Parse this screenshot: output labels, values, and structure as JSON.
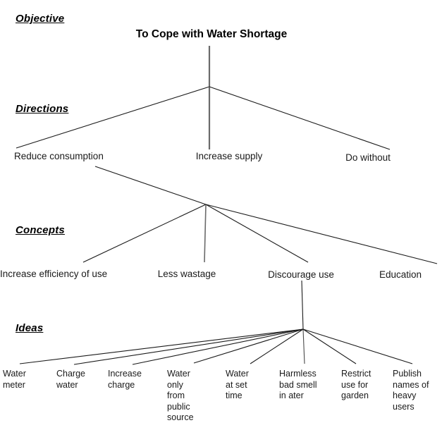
{
  "diagram": {
    "title": "To Cope with Water Shortage",
    "type": "objectives-tree",
    "levels": [
      {
        "key": "objective",
        "label": "Objective"
      },
      {
        "key": "directions",
        "label": "Directions"
      },
      {
        "key": "concepts",
        "label": "Concepts"
      },
      {
        "key": "ideas",
        "label": "Ideas"
      }
    ],
    "objective": {
      "text": "To Cope with Water Shortage"
    },
    "directions": [
      {
        "text": "Reduce consumption"
      },
      {
        "text": "Increase supply"
      },
      {
        "text": "Do without"
      }
    ],
    "concepts": [
      {
        "text": "Increase efficiency of use"
      },
      {
        "text": "Less wastage"
      },
      {
        "text": "Discourage use"
      },
      {
        "text": "Education"
      }
    ],
    "ideas": [
      {
        "text": "Water meter"
      },
      {
        "text": "Charge water"
      },
      {
        "text": "Increase charge"
      },
      {
        "text": "Water only from public source"
      },
      {
        "text": "Water at set time"
      },
      {
        "text": "Harmless bad smell in ater"
      },
      {
        "text": "Restrict use  for garden"
      },
      {
        "text": "Publish names of  heavy users"
      }
    ],
    "colors": {
      "background": "#ffffff",
      "text": "#000000",
      "line": "#1a1a1a",
      "stem": "#595959"
    }
  }
}
